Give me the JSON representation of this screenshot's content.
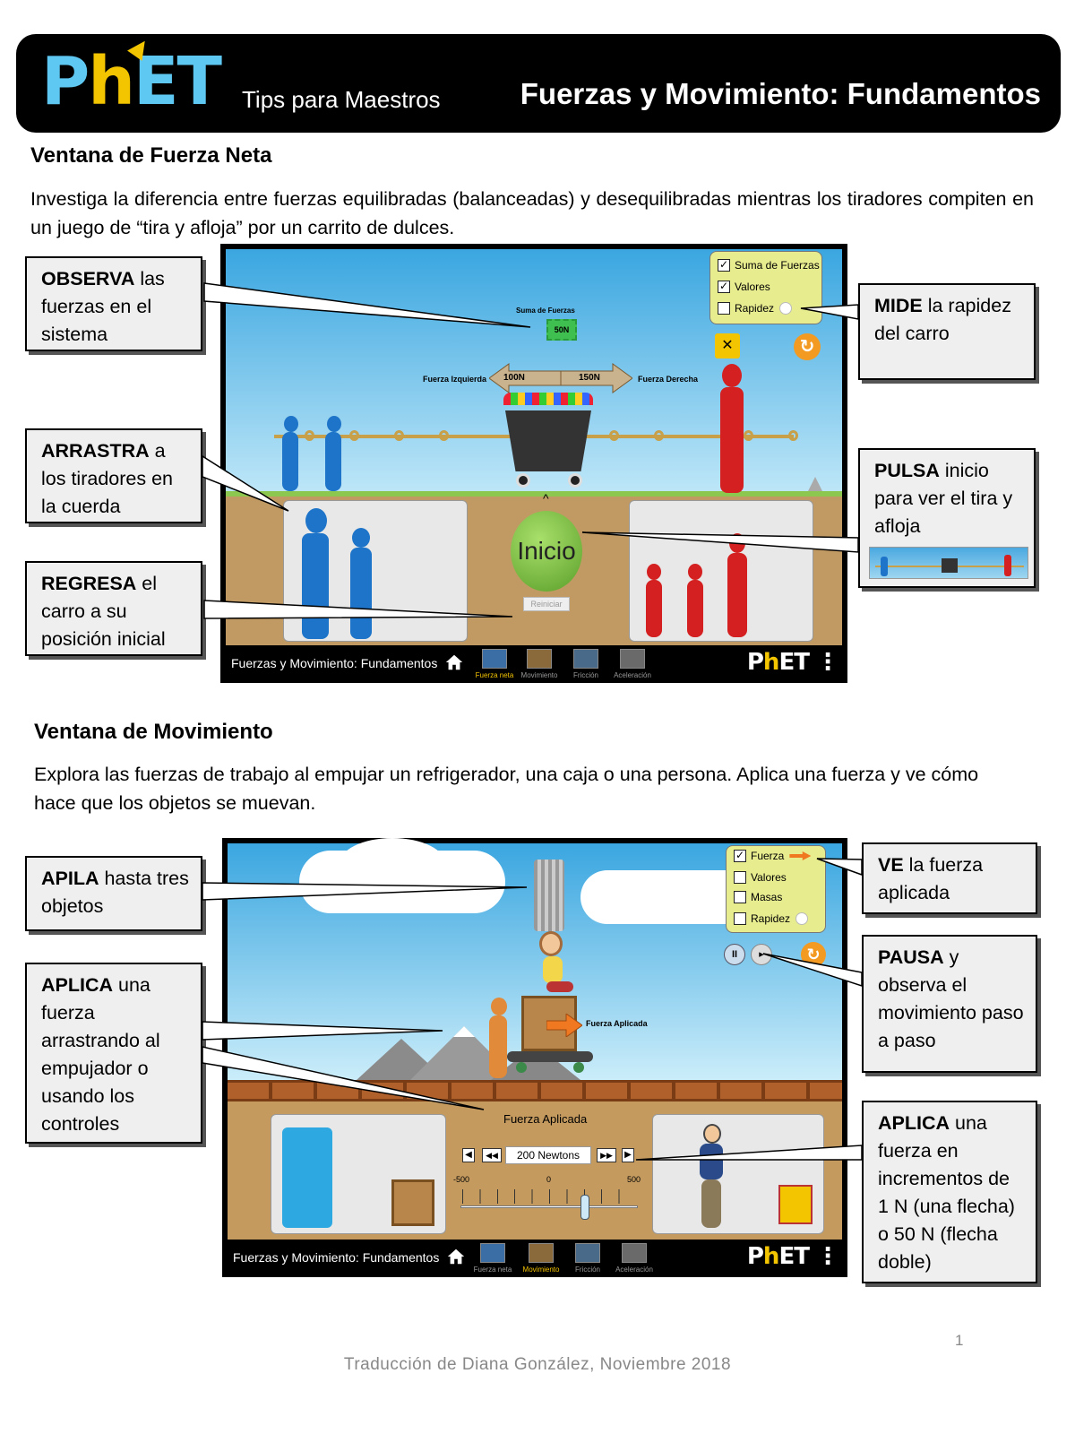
{
  "header": {
    "logo_p": "P",
    "logo_h": "h",
    "logo_et": "ET",
    "subtitle": "Tips para Maestros",
    "title": "Fuerzas y Movimiento: Fundamentos"
  },
  "section1": {
    "title": "Ventana de Fuerza Neta",
    "description": "Investiga la diferencia entre fuerzas equilibradas (balanceadas)  y desequilibradas mientras los tiradores compiten en un juego de “tira y afloja” por un carrito de dulces.",
    "sim": {
      "checkboxes": [
        {
          "label": "Suma de Fuerzas",
          "checked": true
        },
        {
          "label": "Valores",
          "checked": true
        },
        {
          "label": "Rapidez",
          "checked": false
        }
      ],
      "sum_label": "Suma de Fuerzas",
      "sum_value": "50N",
      "left_force_label": "Fuerza Izquierda",
      "left_force_value": "100N",
      "right_force_label": "Fuerza Derecha",
      "right_force_value": "150N",
      "start_button": "Inicio",
      "reset_button": "Reiniciar"
    },
    "callouts": {
      "observe_bold": "OBSERVA",
      "observe_text": " las fuerzas en el sistema",
      "drag_bold": "ARRASTRA",
      "drag_text": " a los tiradores en la cuerda",
      "return_bold": "REGRESA",
      "return_text": " el carro a su posición inicial",
      "measure_bold": "MIDE",
      "measure_text": " la rapidez del carro",
      "press_bold": "PULSA",
      "press_text": " inicio para ver el tira y afloja"
    }
  },
  "section2": {
    "title": "Ventana de Movimiento",
    "description": "Explora las fuerzas de trabajo al empujar un refrigerador, una caja o una persona. Aplica una fuerza  y ve cómo hace que los objetos se muevan.",
    "sim": {
      "checkboxes": [
        {
          "label": "Fuerza",
          "checked": true
        },
        {
          "label": "Valores",
          "checked": false
        },
        {
          "label": "Masas",
          "checked": false
        },
        {
          "label": "Rapidez",
          "checked": false
        }
      ],
      "applied_force_tag": "Fuerza Aplicada",
      "applied_force_title": "Fuerza Aplicada",
      "force_value": "200 Newtons",
      "slider_min": "-500",
      "slider_mid": "0",
      "slider_max": "500",
      "slider_value": 200
    },
    "callouts": {
      "stack_bold": "APILA",
      "stack_text": " hasta tres objetos",
      "apply_bold": "APLICA",
      "apply_text": " una fuerza arrastrando al empujador o usando los controles",
      "see_bold": "VE",
      "see_text": " la fuerza aplicada",
      "pause_bold": "PAUSA",
      "pause_text": " y observa el movimiento paso a paso",
      "increment_bold": "APLICA",
      "increment_text": " una fuerza en incrementos de 1 N (una flecha) o 50 N (flecha doble)"
    }
  },
  "navbar": {
    "title": "Fuerzas y Movimiento: Fundamentos",
    "tabs": [
      "Fuerza neta",
      "Movimiento",
      "Fricción",
      "Aceleración"
    ],
    "logo_p": "P",
    "logo_h": "h",
    "logo_et": "ET"
  },
  "footer": {
    "credit": "Traducción de Diana González, Noviembre 2018",
    "page": "1"
  },
  "colors": {
    "logo_blue": "#5ec8f2",
    "logo_yellow": "#f3c400",
    "sky": "#3aa6e0",
    "ground": "#c19a63",
    "start_green": "#7cc242",
    "blue_team": "#1e74c8",
    "red_team": "#d42020"
  }
}
